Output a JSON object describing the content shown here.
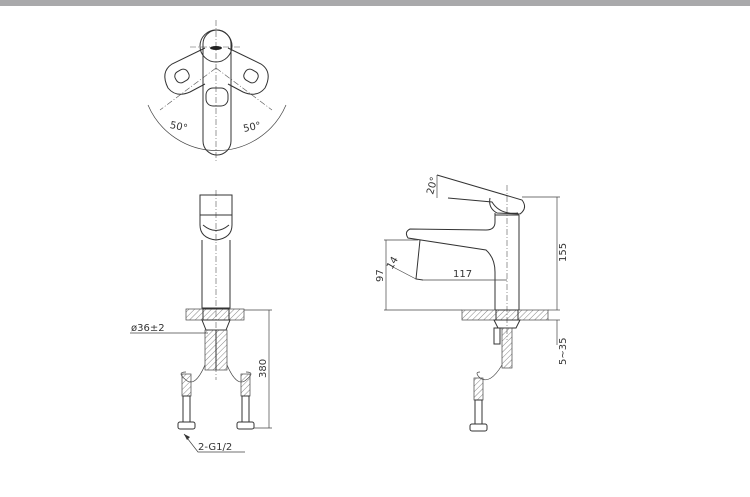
{
  "top_view": {
    "angle_left": "50°",
    "angle_right": "50°"
  },
  "front_view": {
    "diameter": "ø36±2",
    "hose_length": "380",
    "thread": "2-G1/2"
  },
  "side_view": {
    "lever_angle": "20°",
    "height": "155",
    "spout_height": "97",
    "spout_reach": "117",
    "spout_angle": "14",
    "deck_thickness": "5~35"
  },
  "colors": {
    "top_bar": "#a9a9ab",
    "line": "#333333"
  }
}
